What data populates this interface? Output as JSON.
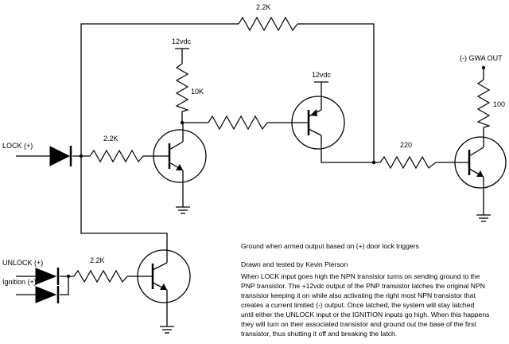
{
  "labels": {
    "r_feedback": "2.2K",
    "r_base1": "2.2K",
    "r_pullup": "10K",
    "r_base3": "220",
    "r_out": "100",
    "r_unlock": "2.2K",
    "vcc1": "12vdc",
    "vcc2": "12vdc",
    "gwa_out": "(-) GWA OUT",
    "lock": "LOCK (+)",
    "unlock": "UNLOCK (+)",
    "ignition": "Ignition (+)"
  },
  "notes": {
    "title": "Ground when armed output based on (+) door lock triggers",
    "credit": "Drawn and tested by Kevin Pierson",
    "lines": [
      "When LOCK input goes high the NPN transistor turns on sending ground to the",
      "PNP transistor.  The +12vdc output of the PNP transistor latches the original NPN",
      "transistor keeping it on while also activating the right most NPN transistor that",
      "creates a current limited (-) output.  Once latched, the system will stay latched",
      "until either the UNLOCK input or the IGNITION inputs go high.  When this happens",
      "they will turn on their associated transistor and ground out the base of the first",
      "transistor, thus shutting it off and breaking the latch."
    ]
  }
}
